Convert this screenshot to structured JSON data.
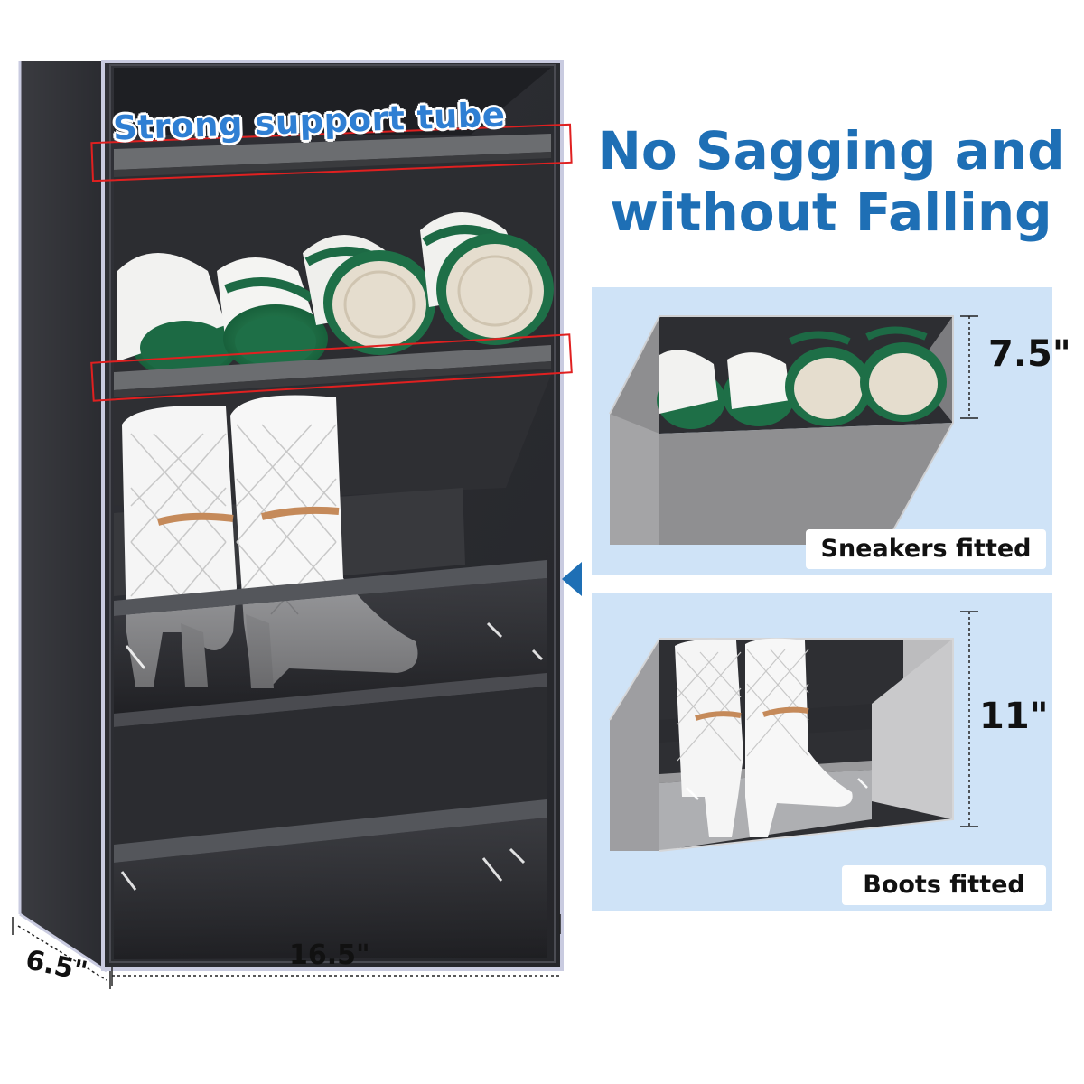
{
  "callout": {
    "support_label": "Strong support tube"
  },
  "headline": {
    "line1": "No Sagging and",
    "line2": "without Falling"
  },
  "panels": {
    "sneakers": {
      "height_label": "7.5\"",
      "caption": "Sneakers fitted"
    },
    "boots": {
      "height_label": "11\"",
      "caption": "Boots fitted"
    }
  },
  "dimensions": {
    "depth": "6.5\"",
    "width": "16.5\""
  },
  "colors": {
    "headline": "#1e6fb5",
    "support_label": "#2f7fd3",
    "highlight_box": "#e02020",
    "panel_background": "#cfe3f7",
    "cabinet_fabric": "#2b2c30"
  }
}
